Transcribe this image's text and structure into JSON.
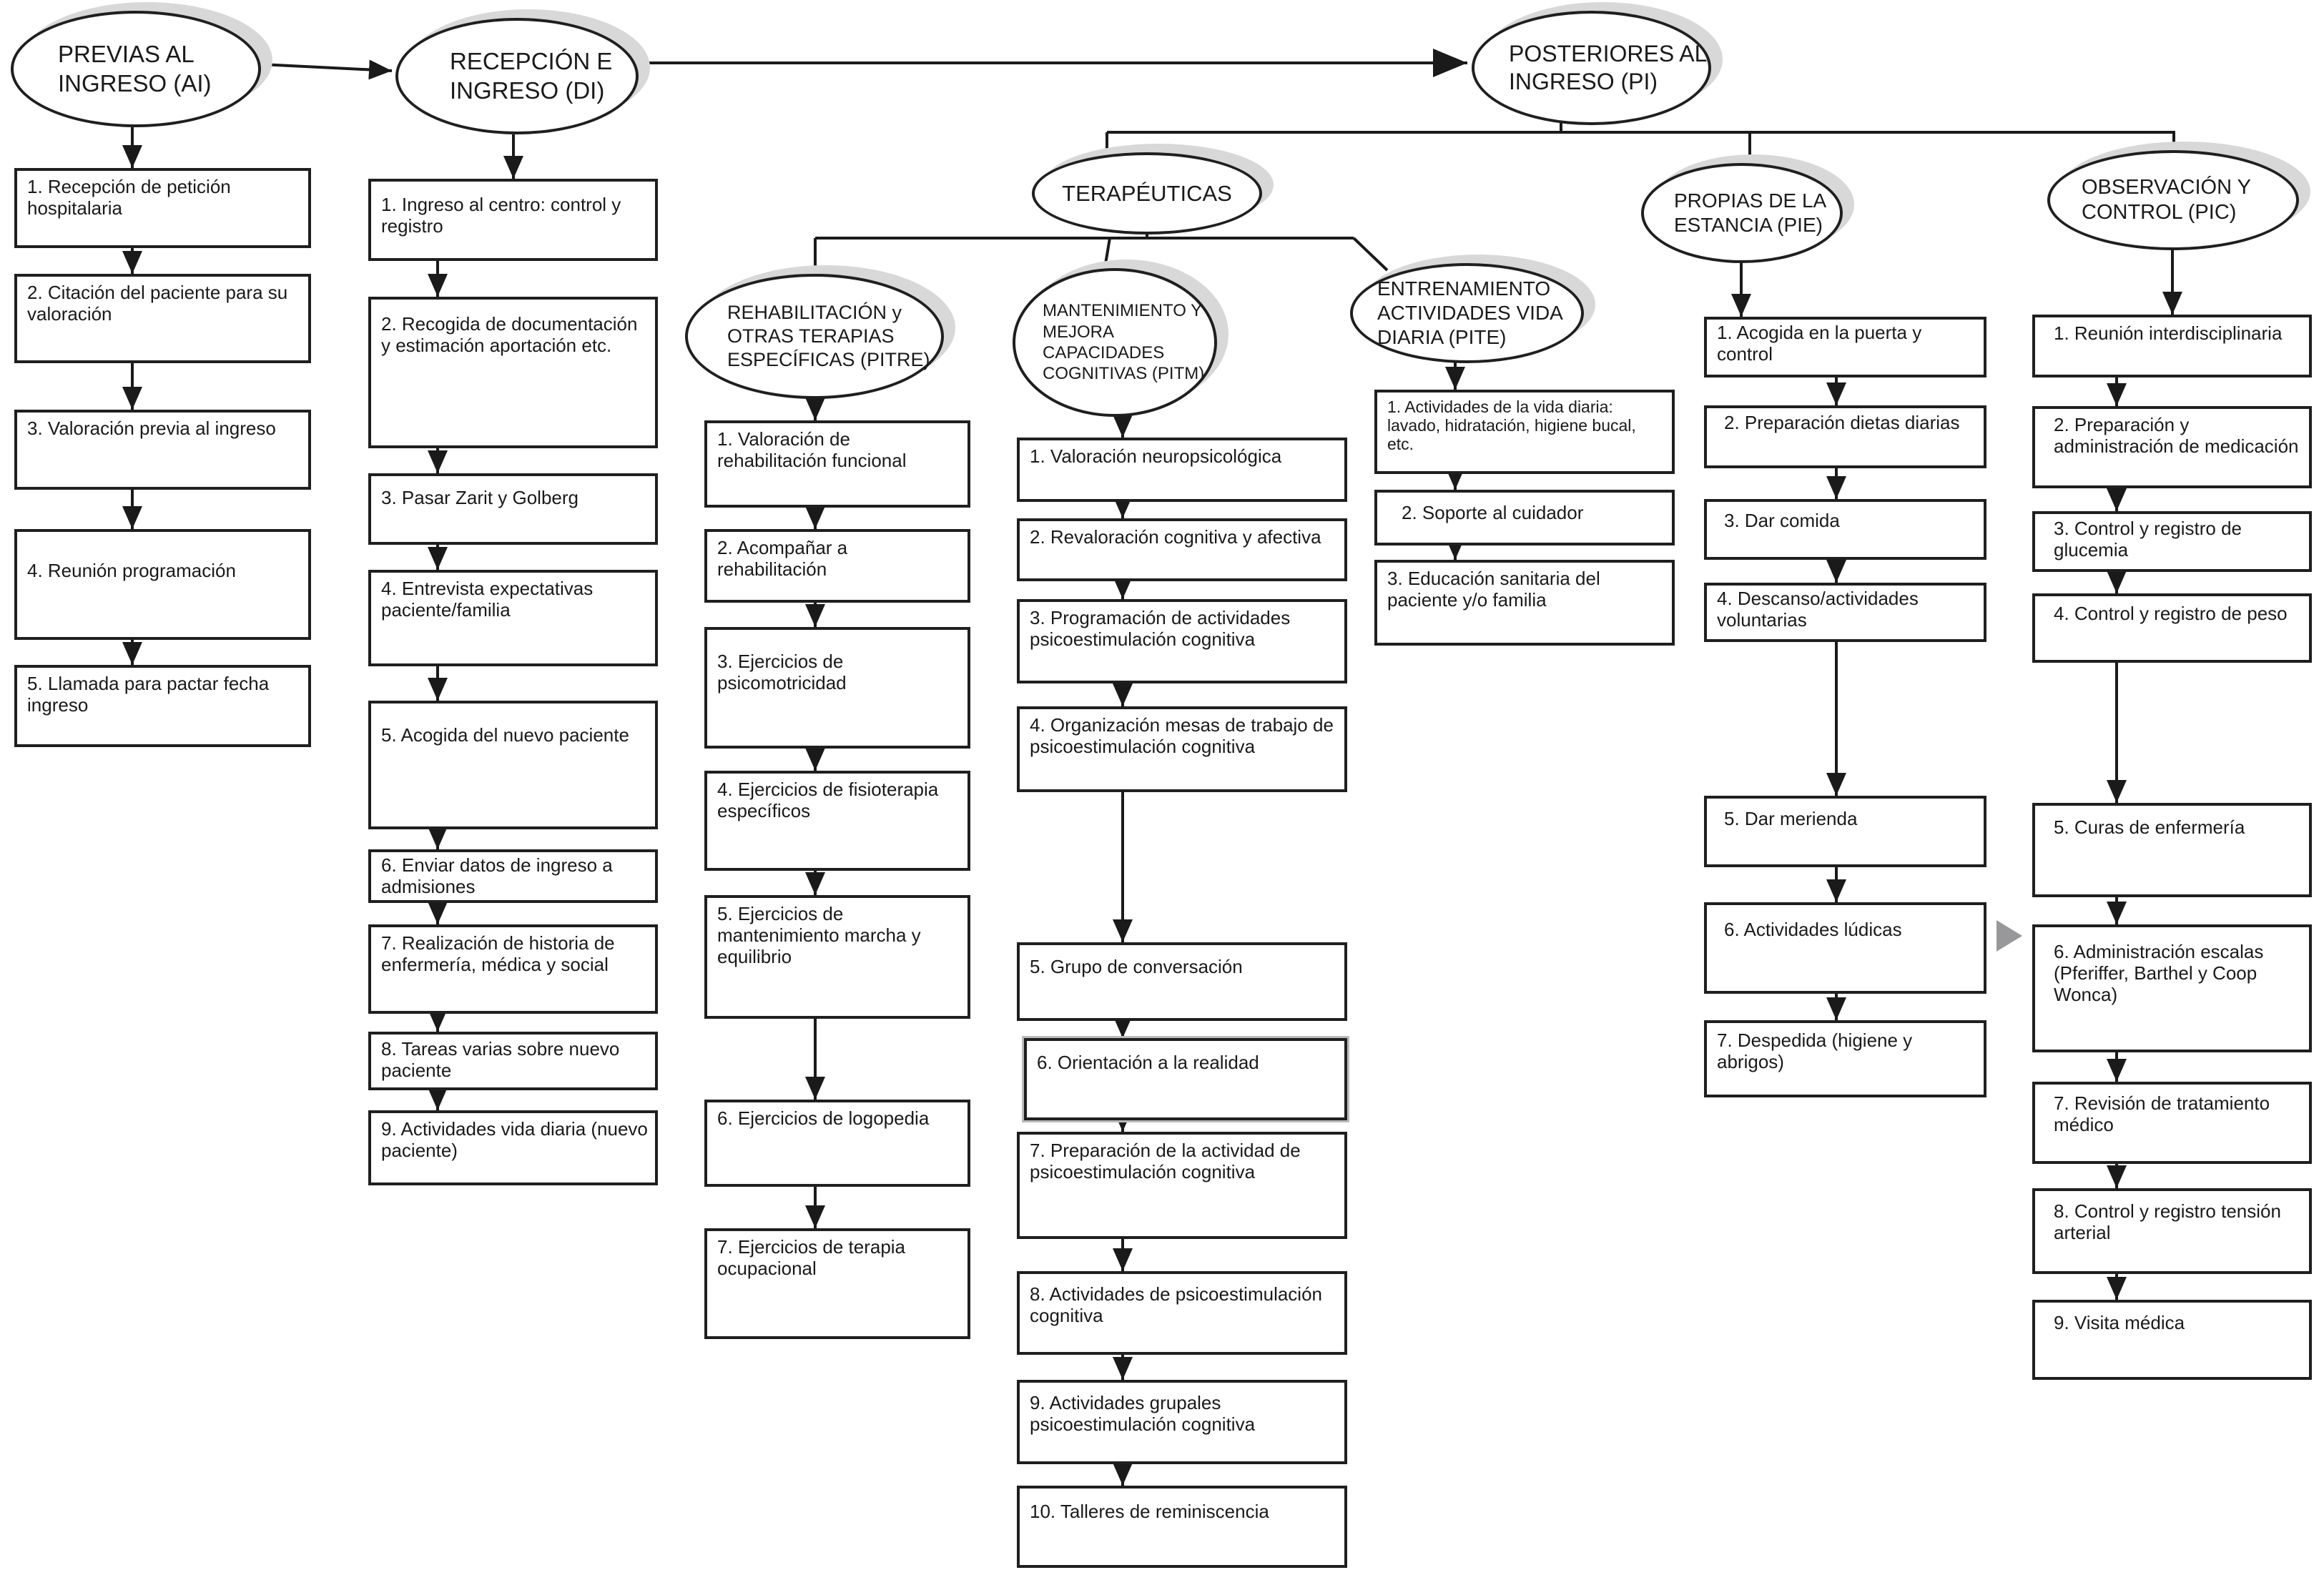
{
  "diagram_type": "flowchart",
  "language": "es",
  "colors": {
    "stroke": "#1a1a1a",
    "node_fill": "#ffffff",
    "node_shadow": "#d8d8d8",
    "gray_connector_arrow": "#98989b"
  },
  "ellipses": {
    "ai": {
      "label": "PREVIAS AL\nINGRESO (AI)"
    },
    "di": {
      "label": "RECEPCIÓN E\nINGRESO (DI)"
    },
    "pi": {
      "label": "POSTERIORES AL\nINGRESO (PI)"
    },
    "ter": {
      "label": "TERAPÉUTICAS"
    },
    "pitre": {
      "label": "REHABILITACIÓN y\nOTRAS TERAPIAS\nESPECÍFICAS (PITRE)"
    },
    "pitm": {
      "label": "MANTENIMIENTO Y\nMEJORA CAPACIDADES\nCOGNITIVAS (PITM)"
    },
    "pite": {
      "label": "ENTRENAMIENTO\nACTIVIDADES VIDA\nDIARIA (PITE)"
    },
    "pie": {
      "label": "PROPIAS DE LA\nESTANCIA (PIE)"
    },
    "pic": {
      "label": "OBSERVACIÓN Y\nCONTROL (PIC)"
    }
  },
  "columns": {
    "ai": {
      "steps": [
        "1. Recepción de petición hospitalaria",
        "2. Citación del paciente para su valoración",
        "3. Valoración previa al ingreso",
        "4. Reunión programación",
        "5. Llamada para pactar fecha ingreso"
      ]
    },
    "di": {
      "steps": [
        "1. Ingreso al centro: control y registro",
        "2. Recogida de documentación y estimación aportación etc.",
        "3. Pasar Zarit y Golberg",
        "4. Entrevista expectativas paciente/familia",
        "5. Acogida del nuevo paciente",
        "6. Enviar datos de ingreso a admisiones",
        "7. Realización de historia de enfermería, médica y social",
        "8. Tareas varias sobre nuevo paciente",
        "9. Actividades vida diaria (nuevo paciente)"
      ]
    },
    "pitre": {
      "steps": [
        "1. Valoración de rehabilitación funcional",
        "2. Acompañar a rehabilitación",
        "3. Ejercicios de psicomotricidad",
        "4. Ejercicios de fisioterapia específicos",
        "5. Ejercicios de mantenimiento marcha y equilibrio",
        "6. Ejercicios de logopedia",
        "7. Ejercicios de terapia ocupacional"
      ]
    },
    "pitm": {
      "steps": [
        "1. Valoración neuropsicológica",
        "2. Revaloración cognitiva y afectiva",
        "3. Programación de actividades psicoestimulación cognitiva",
        "4. Organización mesas de trabajo de psicoestimulación cognitiva",
        "5. Grupo de conversación",
        "6. Orientación a la realidad",
        "7. Preparación de la actividad de psicoestimulación cognitiva",
        "8. Actividades de psicoestimulación cognitiva",
        "9. Actividades grupales psicoestimulación cognitiva",
        "10. Talleres de reminiscencia"
      ]
    },
    "pite": {
      "steps": [
        "1. Actividades de la vida diaria: lavado, hidratación, higiene bucal, etc.",
        "2. Soporte al cuidador",
        "3. Educación sanitaria del paciente y/o familia"
      ]
    },
    "pie": {
      "steps": [
        "1. Acogida en la puerta y control",
        "2. Preparación dietas diarias",
        "3. Dar comida",
        "4. Descanso/actividades voluntarias",
        "5. Dar merienda",
        "6. Actividades lúdicas",
        "7. Despedida (higiene y abrigos)"
      ]
    },
    "pic": {
      "steps": [
        "1. Reunión interdisciplinaria",
        "2. Preparación y administración de medicación",
        "3. Control y registro de glucemia",
        "4. Control y registro de peso",
        "5. Curas de enfermería",
        "6. Administración escalas (Pferiffer, Barthel y Coop Wonca)",
        "7. Revisión de tratamiento médico",
        "8. Control y registro tensión arterial",
        "9. Visita médica"
      ]
    }
  },
  "edges": [
    {
      "from": "PREVIAS AL INGRESO (AI)",
      "to": "RECEPCIÓN E INGRESO (DI)"
    },
    {
      "from": "RECEPCIÓN E INGRESO (DI)",
      "to": "POSTERIORES AL INGRESO (PI)"
    },
    {
      "from": "POSTERIORES AL INGRESO (PI)",
      "to": "TERAPÉUTICAS"
    },
    {
      "from": "POSTERIORES AL INGRESO (PI)",
      "to": "PROPIAS DE LA ESTANCIA (PIE)"
    },
    {
      "from": "POSTERIORES AL INGRESO (PI)",
      "to": "OBSERVACIÓN Y CONTROL (PIC)"
    },
    {
      "from": "TERAPÉUTICAS",
      "to": "REHABILITACIÓN y OTRAS TERAPIAS ESPECÍFICAS (PITRE)"
    },
    {
      "from": "TERAPÉUTICAS",
      "to": "MANTENIMIENTO Y MEJORA CAPACIDADES COGNITIVAS (PITM)"
    },
    {
      "from": "TERAPÉUTICAS",
      "to": "ENTRENAMIENTO ACTIVIDADES VIDA DIARIA (PITE)"
    },
    {
      "from": "PROPIAS DE LA ESTANCIA (PIE)",
      "to": "OBSERVACIÓN Y CONTROL (PIC)",
      "style": "gray-right-arrow"
    }
  ]
}
